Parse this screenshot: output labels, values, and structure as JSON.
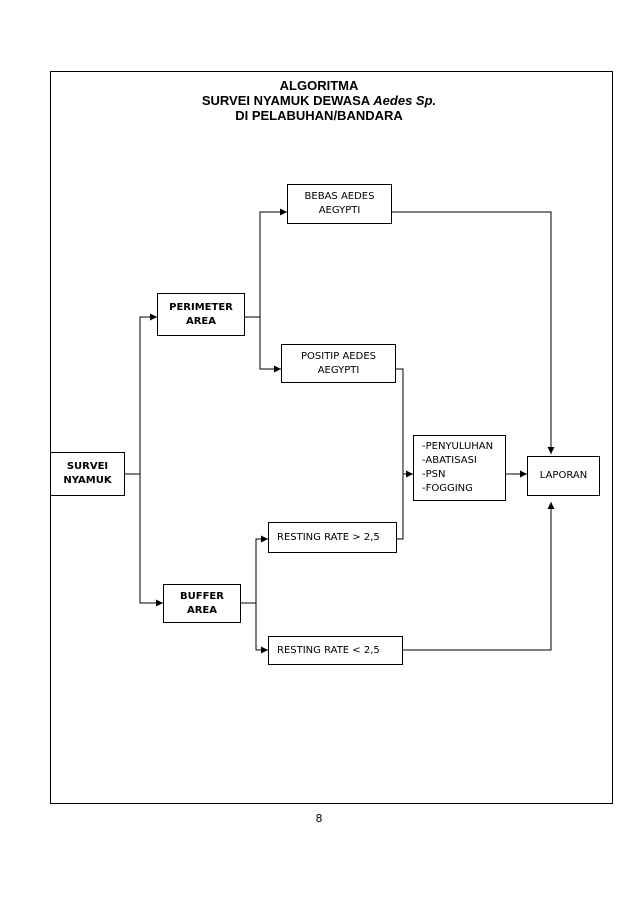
{
  "title": {
    "line1": "ALGORITMA",
    "line2_main": "SURVEI NYAMUK DEWASA ",
    "line2_italic": "Aedes Sp.",
    "line3": "DI PELABUHAN/BANDARA"
  },
  "nodes": {
    "survei": "SURVEI\nNYAMUK",
    "perimeter": "PERIMETER\nAREA",
    "buffer": "BUFFER\nAREA",
    "bebas": "BEBAS AEDES\nAEGYPTI",
    "positip": "POSITIP AEDES\nAEGYPTI",
    "resting_high": "RESTING  RATE > 2,5",
    "resting_low": "RESTING RATE < 2,5",
    "tindakan": "-PENYULUHAN\n-ABATISASI\n-PSN\n-FOGGING",
    "laporan": "LAPORAN"
  },
  "page_number": "8"
}
